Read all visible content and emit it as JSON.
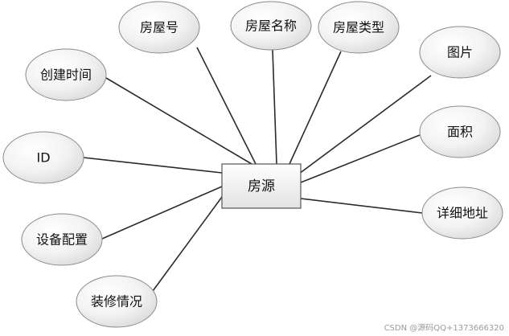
{
  "entity": {
    "label": "房源"
  },
  "attributes": [
    {
      "id": "house-no",
      "label": "房屋号"
    },
    {
      "id": "house-name",
      "label": "房屋名称"
    },
    {
      "id": "house-type",
      "label": "房屋类型"
    },
    {
      "id": "image",
      "label": "图片"
    },
    {
      "id": "created-time",
      "label": "创建时间"
    },
    {
      "id": "area",
      "label": "面积"
    },
    {
      "id": "id",
      "label": "ID"
    },
    {
      "id": "address",
      "label": "详细地址"
    },
    {
      "id": "equipment",
      "label": "设备配置"
    },
    {
      "id": "decoration",
      "label": "装修情况"
    }
  ],
  "watermark": "CSDN @源码QQ+1373666320",
  "colors": {
    "line": "#2a2a2a",
    "ellipse_stroke": "#8a8a8a",
    "ellipse_fill_light": "#ffffff",
    "ellipse_fill_dark": "#dcdcdc",
    "entity_fill_light": "#ffffff",
    "entity_fill_dark": "#e2e2e2"
  }
}
